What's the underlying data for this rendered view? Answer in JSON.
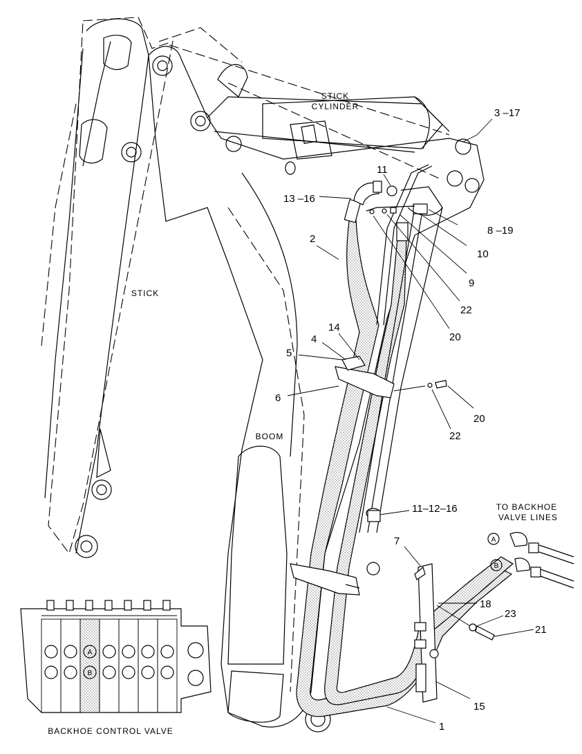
{
  "labels": {
    "stick_cylinder_line1": "STICK",
    "stick_cylinder_line2": "CYLINDER",
    "stick": "STICK",
    "boom": "BOOM",
    "to_backhoe_line1": "TO BACKHOE",
    "to_backhoe_line2": "VALVE LINES",
    "backhoe_control_valve": "BACKHOE CONTROL VALVE",
    "port_a": "A",
    "port_b": "B",
    "valve_port_a": "A",
    "valve_port_b": "B"
  },
  "callouts": {
    "c_3_17": "3 –17",
    "c_11_top": "11",
    "c_13_16": "13 –16",
    "c_8_19": "8 –19",
    "c_2": "2",
    "c_10": "10",
    "c_9": "9",
    "c_22_top": "22",
    "c_20_top": "20",
    "c_14": "14",
    "c_4": "4",
    "c_5": "5",
    "c_6": "6",
    "c_20_mid": "20",
    "c_22_mid": "22",
    "c_11_12_16": "11–12–16",
    "c_7": "7",
    "c_18": "18",
    "c_23": "23",
    "c_21": "21",
    "c_15": "15",
    "c_1": "1"
  }
}
